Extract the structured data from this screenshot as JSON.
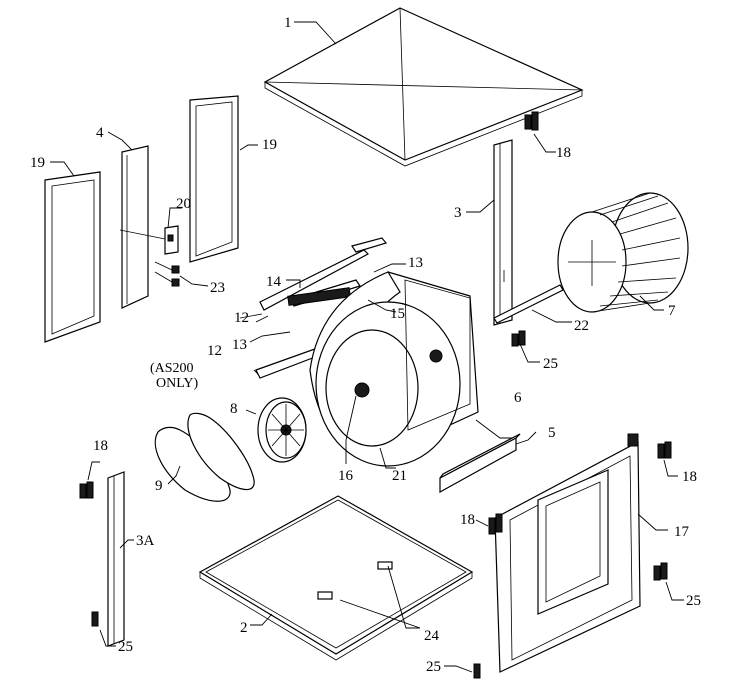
{
  "callouts": {
    "c1": "1",
    "c2": "2",
    "c3": "3",
    "c3a": "3A",
    "c4": "4",
    "c5": "5",
    "c6": "6",
    "c7": "7",
    "c8": "8",
    "c9": "9",
    "c12a": "12",
    "c12b": "12",
    "c12b_note_1": "(AS200",
    "c12b_note_2": "ONLY)",
    "c13a": "13",
    "c13b": "13",
    "c14": "14",
    "c15": "15",
    "c16": "16",
    "c17": "17",
    "c18a": "18",
    "c18b": "18",
    "c18c": "18",
    "c18d": "18",
    "c19a": "19",
    "c19b": "19",
    "c20": "20",
    "c21": "21",
    "c22": "22",
    "c23": "23",
    "c24": "24",
    "c25a": "25",
    "c25b": "25",
    "c25c": "25",
    "c25d": "25"
  },
  "colors": {
    "line": "#000000",
    "background": "#ffffff"
  }
}
